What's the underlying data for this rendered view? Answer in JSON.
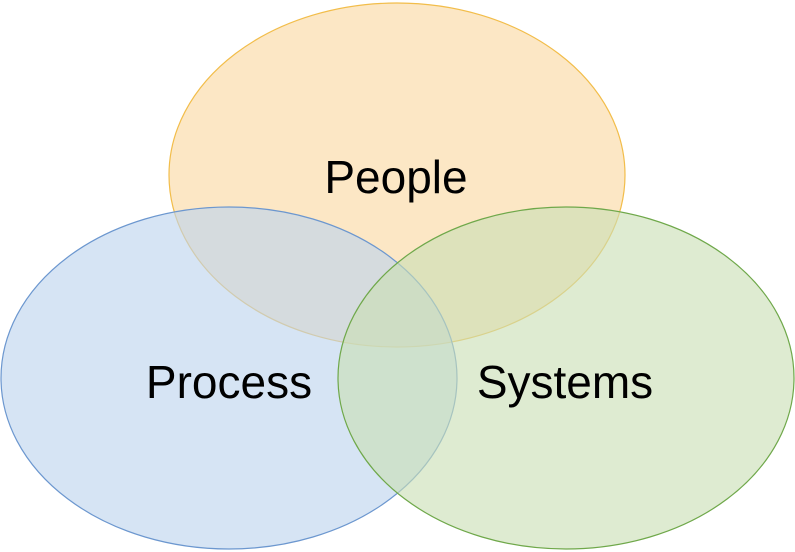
{
  "diagram": {
    "type": "venn",
    "sets": [
      {
        "id": "people",
        "label": "People",
        "fill": "#FAD9A1",
        "stroke": "#F2BD4A"
      },
      {
        "id": "process",
        "label": "Process",
        "fill": "#BDD3EE",
        "stroke": "#6C97CF"
      },
      {
        "id": "systems",
        "label": "Systems",
        "fill": "#C9DFB4",
        "stroke": "#6FA84A"
      }
    ],
    "fill_opacity": 0.62
  }
}
